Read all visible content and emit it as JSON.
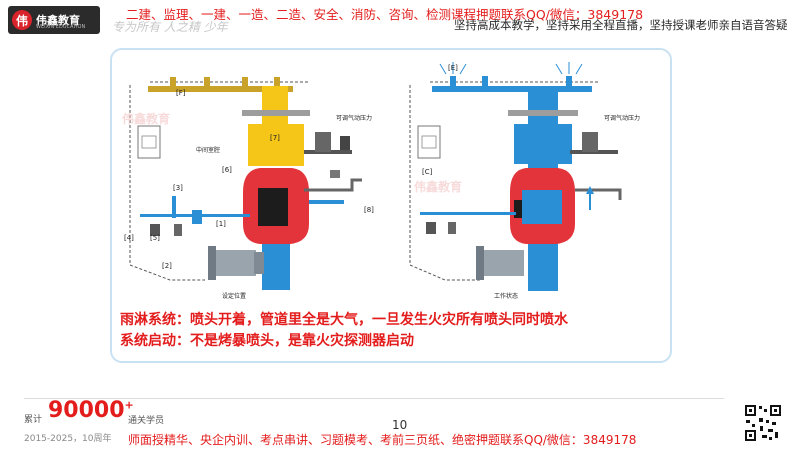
{
  "header": {
    "logo_mark": "伟",
    "logo_text": "伟鑫教育",
    "logo_sub": "WEIXIN EDUCATION",
    "promo": "二建、监理、一建、一造、二造、安全、消防、咨询、检测课程押题联系QQ/微信：3849178",
    "signature": "专为所有 人之精 少年",
    "slogan": "坚持高成本教学，坚持采用全程直播，坚持授课老师亲自语音答疑"
  },
  "diagram_left": {
    "labels": {
      "F": "[F]",
      "seven": "[7]",
      "six": "[6]",
      "three": "[3]",
      "four": "[4]",
      "five": "[5]",
      "one": "[1]",
      "two": "[2]",
      "eight": "[8]",
      "middle_chamber": "中间室腔",
      "adjustable_pressure": "可调气动压力",
      "caption": "设定位置"
    }
  },
  "diagram_right": {
    "labels": {
      "E": "[E]",
      "C": "[C]",
      "adjustable_pressure": "可调气动压力",
      "caption": "工作状态"
    }
  },
  "watermarks": {
    "a": "伟鑫教育",
    "b": "伟鑫教育"
  },
  "description": {
    "line1": "雨淋系统：喷头开着，管道里全是大气，一旦发生火灾所有喷头同时喷水",
    "line2": "系统启动：不是烤暴喷头，是靠火灾探测器启动"
  },
  "footer": {
    "stat_prefix": "累计",
    "stat_number": "90000",
    "stat_plus": "+",
    "stat_suffix": "通关学员",
    "years": "2015-2025，10周年",
    "page_number": "10",
    "promo": "师面授精华、央企内训、考点串讲、习题模考、考前三页纸、绝密押题联系QQ/微信：3849178"
  },
  "colors": {
    "brand_red": "#e31c1c",
    "water_blue": "#2b8fd6",
    "yellow_chamber": "#f5c518",
    "frame_border": "#c9e2f3"
  }
}
